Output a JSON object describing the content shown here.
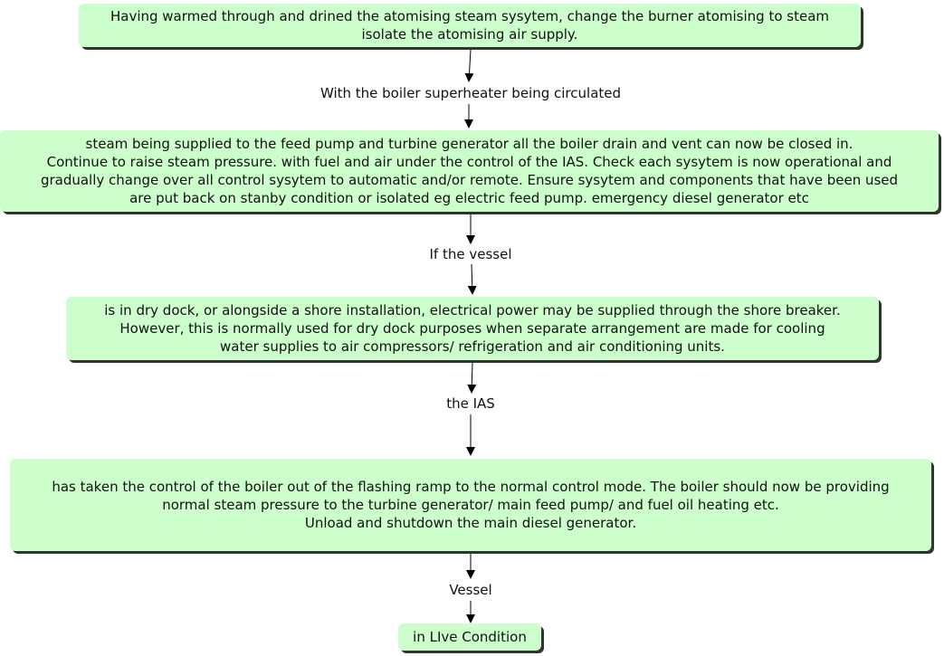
{
  "steps": [
    {
      "text": "Having warmed through and drined the atomising steam sysytem, change the burner atomising to steam\nisolate the atomising air supply."
    },
    {
      "text": "steam being supplied to the feed pump and turbine generator all the boiler drain and vent can now be closed in.\nContinue to raise steam pressure. with fuel and air under the control of the IAS. Check each sysytem is now operational and\ngradually change over all control sysytem to automatic and/or remote. Ensure sysytem and components that have been used\nare put back on stanby condition or isolated eg electric feed pump. emergency diesel generator etc"
    },
    {
      "text": "is in dry dock, or alongside a shore installation, electrical power may be supplied through the shore breaker.\nHowever, this is normally used for dry dock purposes when separate arrangement are made for cooling\nwater supplies to air compressors/ refrigeration and air conditioning units."
    },
    {
      "text": "has taken the control of the boiler out of the flashing ramp to the normal control mode. The boiler should now be providing\nnormal steam pressure to the turbine generator/ main feed pump/ and fuel oil heating etc.\nUnload and shutdown the main diesel generator."
    },
    {
      "text": "in LIve Condition"
    }
  ],
  "connectors": [
    {
      "label": "With the boiler superheater being circulated"
    },
    {
      "label": "If the vessel"
    },
    {
      "label": "the IAS"
    },
    {
      "label": "Vessel"
    }
  ],
  "colors": {
    "box_fill": "#ccffcc",
    "box_shadow": "#333333",
    "arrow": "#000000"
  }
}
